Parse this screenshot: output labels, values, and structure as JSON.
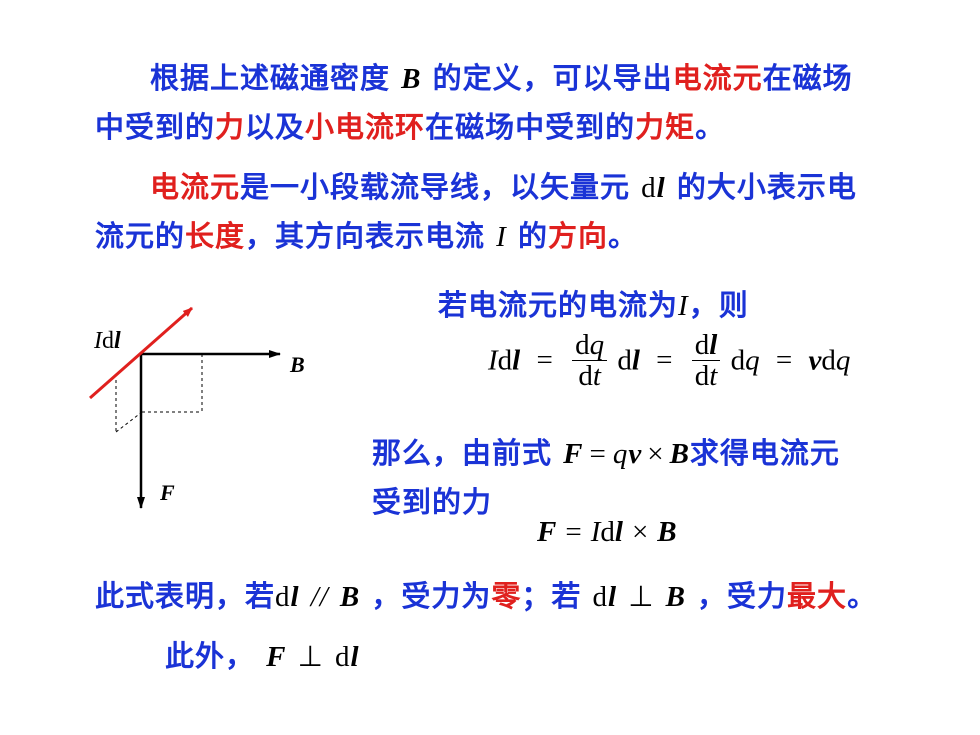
{
  "p1": {
    "l1_a": "根据上述磁通密度",
    "l1_B": "B",
    "l1_b": "的定义，可以导出",
    "l1_r1": "电流元",
    "l1_c": "在磁场",
    "l2_a": "中受到的",
    "l2_r1": "力",
    "l2_b": "以及",
    "l2_r2": "小电流环",
    "l2_c": "在磁场中受到的",
    "l2_r3": "力矩",
    "l2_d": "。"
  },
  "p2": {
    "l1_r1": "电流元",
    "l1_a": "是一小段载流导线，以矢量元",
    "l1_d": "d",
    "l1_l": "l",
    "l1_b": "的大小表示电",
    "l2_a": "流元的",
    "l2_r1": "长度",
    "l2_b": "，其方向表示电流",
    "l2_I": "I",
    "l2_c": "的",
    "l2_r2": "方向",
    "l2_d": "。"
  },
  "p3": {
    "a": "若电流元的电流为",
    "I": "I",
    "b": "，则"
  },
  "eq1": {
    "I": "I",
    "d": "d",
    "l": "l",
    "eq": "=",
    "dq": "dq",
    "dt": "dt",
    "dl": "dl",
    "q": "q",
    "v": "v"
  },
  "p4": {
    "l1_a": "那么，由前式",
    "F": "F",
    "eq": "=",
    "q": "q",
    "v": "v",
    "times": "×",
    "B": "B",
    "l1_b": "求得电流元",
    "l2": "受到的力"
  },
  "eq2": {
    "F": "F",
    "eq": "=",
    "I": "I",
    "d": "d",
    "l": "l",
    "times": "×",
    "B": "B"
  },
  "p5": {
    "a": "此式表明，若",
    "d1": "d",
    "l1": "l",
    "par": "//",
    "B1": "B",
    "b": "，受力为",
    "r1": "零",
    "c": "；若",
    "d2": "d",
    "l2": "l",
    "perp": "⊥",
    "B2": "B",
    "e": "，受力",
    "r2": "最大",
    "f": "。"
  },
  "p6": {
    "a": "此外，",
    "F": "F",
    "perp": "⊥",
    "d": "d",
    "l": "l"
  },
  "diagram": {
    "Idl_I": "I",
    "Idl_d": "d",
    "Idl_l": "l",
    "B": "B",
    "F": "F"
  },
  "colors": {
    "blue": "#1a33d6",
    "red": "#e0201e",
    "black": "#000000"
  }
}
